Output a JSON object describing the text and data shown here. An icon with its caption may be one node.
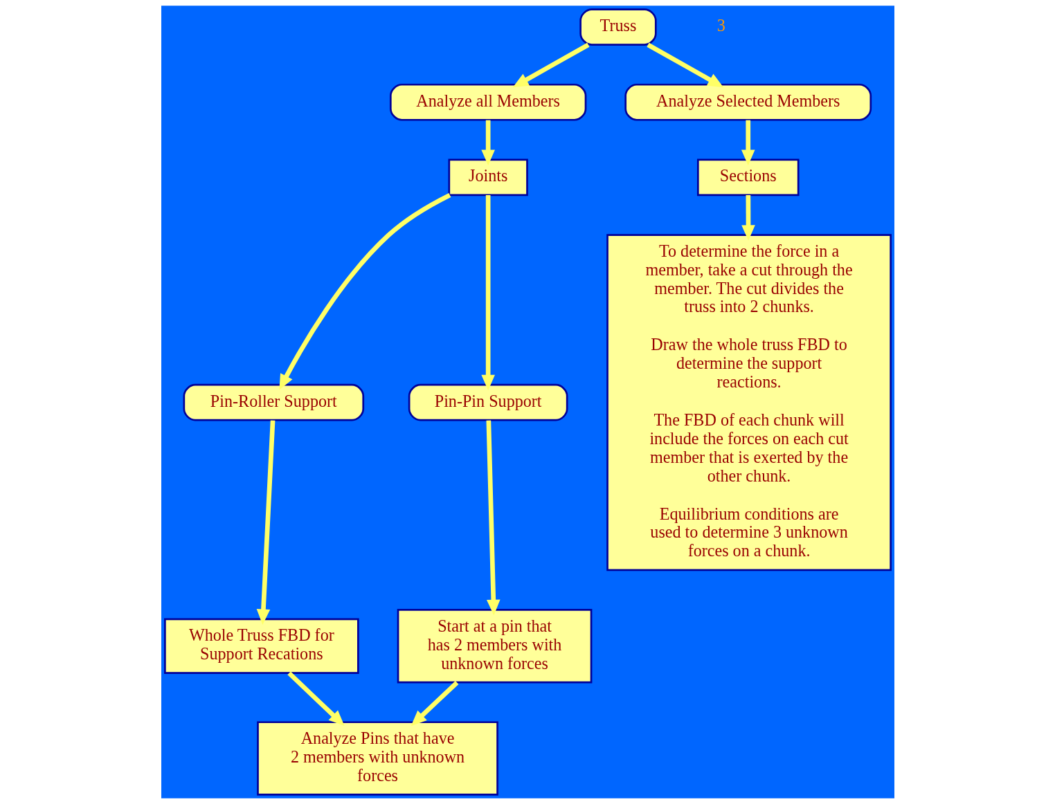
{
  "diagram": {
    "nodes": [
      {
        "text": [
          "Truss"
        ]
      },
      {
        "text": [
          "Analyze all Members"
        ]
      },
      {
        "text": [
          "Analyze Selected Members"
        ]
      },
      {
        "text": [
          "Joints"
        ]
      },
      {
        "text": [
          "Sections"
        ]
      },
      {
        "text": [
          "Pin-Roller Support"
        ]
      },
      {
        "text": [
          "Pin-Pin Support"
        ]
      },
      {
        "text": [
          "Whole Truss FBD for Support Recations"
        ]
      },
      {
        "text": [
          "Start at a pin that has 2 members with unknown forces"
        ]
      },
      {
        "text": [
          "Analyze Pins that have 2 members with unknown forces"
        ]
      },
      {
        "text": [
          "To determine the force in a member, take a cut through the member. The cut divides the truss into 2 chunks.",
          "Draw the whole truss FBD to determine the support reactions.",
          "The FBD of each chunk will include the forces on each cut member that is exerted by the other chunk.",
          "Equilibrium conditions are used to determine 3 unknown forces on a chunk."
        ]
      }
    ],
    "edges": [
      {
        "from": 0,
        "to": 1,
        "arrow": "to"
      },
      {
        "from": 0,
        "to": 2,
        "arrow": "to"
      },
      {
        "from": 1,
        "to": 3,
        "arrow": "to"
      },
      {
        "from": 2,
        "to": 4,
        "arrow": "to"
      },
      {
        "from": 3,
        "to": 5,
        "arrow": "to"
      },
      {
        "from": 3,
        "to": 6,
        "arrow": "to"
      },
      {
        "from": 4,
        "to": 10,
        "arrow": "to"
      },
      {
        "from": 5,
        "to": 7,
        "arrow": "to"
      },
      {
        "from": 6,
        "to": 8,
        "arrow": "to"
      },
      {
        "from": 7,
        "to": 9,
        "arrow": "to"
      },
      {
        "from": 8,
        "to": 9,
        "arrow": "to"
      }
    ],
    "labels": [
      "3"
    ]
  }
}
